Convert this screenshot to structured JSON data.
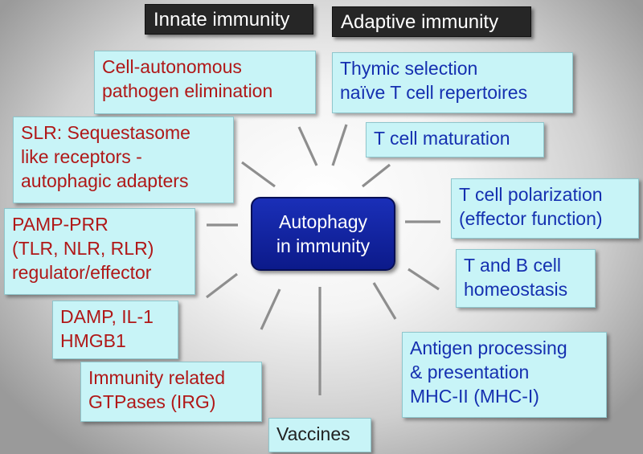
{
  "headers": {
    "innate": "Innate immunity",
    "adaptive": "Adaptive immunity"
  },
  "center": {
    "line1": "Autophagy",
    "line2": "in immunity"
  },
  "innate_boxes": {
    "cell_autonomous": [
      "Cell-autonomous",
      "pathogen elimination"
    ],
    "slr": [
      "SLR: Sequestasome",
      "like receptors -",
      "autophagic adapters"
    ],
    "pamp": [
      "PAMP-PRR",
      "(TLR, NLR, RLR)",
      "regulator/effector"
    ],
    "damp": [
      "DAMP, IL-1",
      "HMGB1"
    ],
    "irg": [
      "Immunity related",
      "GTPases (IRG)"
    ]
  },
  "adaptive_boxes": {
    "thymic": [
      "Thymic selection",
      "naïve T cell repertoires"
    ],
    "maturation": [
      "T cell maturation"
    ],
    "polarization": [
      "T cell polarization",
      "(effector function)"
    ],
    "homeostasis": [
      "T and B cell",
      "homeostasis"
    ],
    "antigen": [
      "Antigen processing",
      "& presentation",
      "MHC-II (MHC-I)"
    ]
  },
  "other_boxes": {
    "vaccines": [
      "Vaccines"
    ]
  },
  "colors": {
    "innate_text": "#b01818",
    "adaptive_text": "#1530b0",
    "box_fill": "#c8f4f7",
    "center_fill": "#1126a8",
    "header_fill": "#262626"
  }
}
